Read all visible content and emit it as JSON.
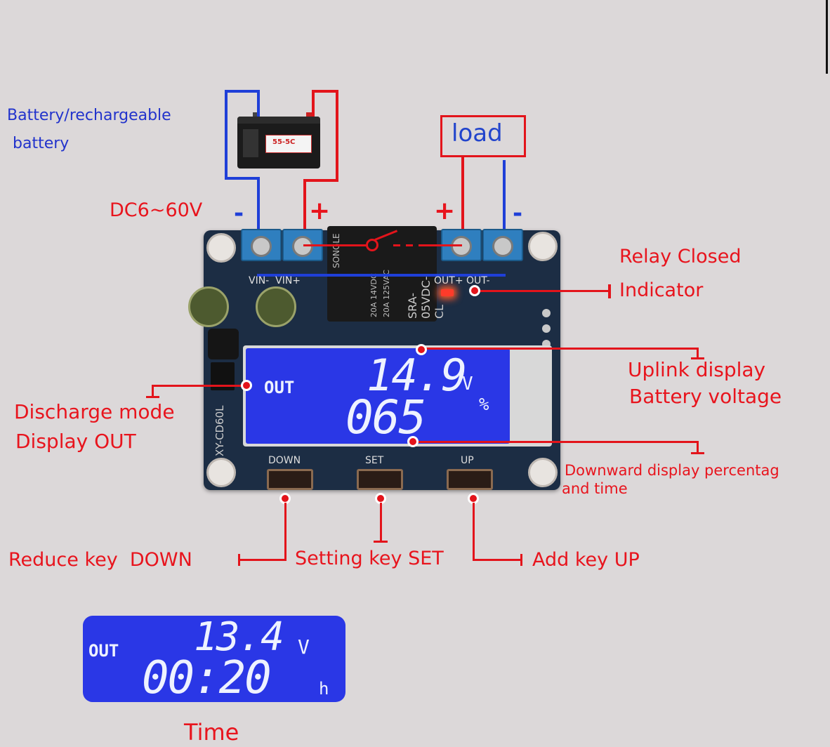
{
  "battery_label_line1": "Battery/rechargeable",
  "battery_label_line2": "battery",
  "battery_brand": "55-5C",
  "load_label": "load",
  "dc_label": "DC6~60V",
  "minus_sign": "-",
  "plus_sign": "+",
  "relay_text_line1": "SRA-05VDC-CL",
  "relay_text_line2": "20A 14VDC",
  "relay_text_line3": "20A 125VAC",
  "relay_brand": "SONGLE",
  "terminal_left": "VIN-  VIN+",
  "terminal_right": "OUT+ OUT-",
  "relay_indicator_line1": "Relay Closed",
  "relay_indicator_line2": "Indicator",
  "board_model": "XY-CD60L",
  "main_lcd": {
    "mode": "OUT",
    "voltage": "14.9",
    "voltage_unit": "V",
    "lower_value": "065",
    "lower_unit": "%"
  },
  "uplink_line1": "Uplink display",
  "uplink_line2": "Battery voltage",
  "discharge_line1": "Discharge mode",
  "discharge_line2": "Display OUT",
  "downward_line1": "Downward display percentag",
  "downward_line2": "and time",
  "keys": {
    "down": "DOWN",
    "set": "SET",
    "up": "UP"
  },
  "reduce_key_label": "Reduce key  DOWN",
  "setting_key_label": "Setting key SET",
  "add_key_label": "Add key UP",
  "second_lcd": {
    "mode": "OUT",
    "voltage": "13.4",
    "voltage_unit": "V",
    "time": "00:20",
    "time_unit": "h"
  },
  "time_label": "Time",
  "colors": {
    "annotation_red": "#e8141d",
    "wire_blue": "#1f3fd8",
    "lcd_blue": "#2a37e6",
    "board": "#1c2d44"
  }
}
